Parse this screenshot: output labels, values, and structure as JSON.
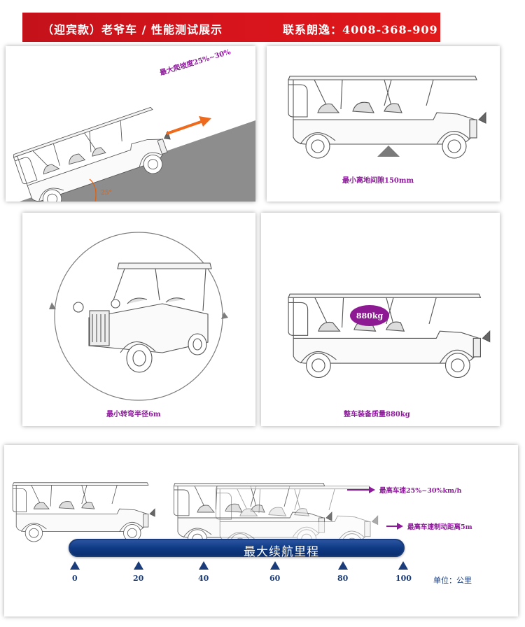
{
  "banner": {
    "title": "（迎宾款）老爷车 / 性能测试展示",
    "contact": "联系朗逸：4008-368-909"
  },
  "panels": {
    "climb": {
      "label": "最大爬坡度25%~30%",
      "angle": "25°"
    },
    "clearance": {
      "caption": "最小离地间隙150mm"
    },
    "turning": {
      "caption": "最小转弯半径6m"
    },
    "weight": {
      "badge": "880kg",
      "caption": "整车装备质量880kg"
    },
    "range": {
      "bar_label": "最大续航里程",
      "max_speed": "最高车速25%~30%km/h",
      "braking": "最高车速制动距离5m",
      "ticks": [
        "0",
        "20",
        "40",
        "60",
        "80",
        "100"
      ],
      "unit": "单位：公里"
    }
  },
  "colors": {
    "banner_red": "#d8141c",
    "caption_purple": "#8c1a9a",
    "arrow_orange": "#ee6a1c",
    "bar_blue": "#0f3a84"
  }
}
